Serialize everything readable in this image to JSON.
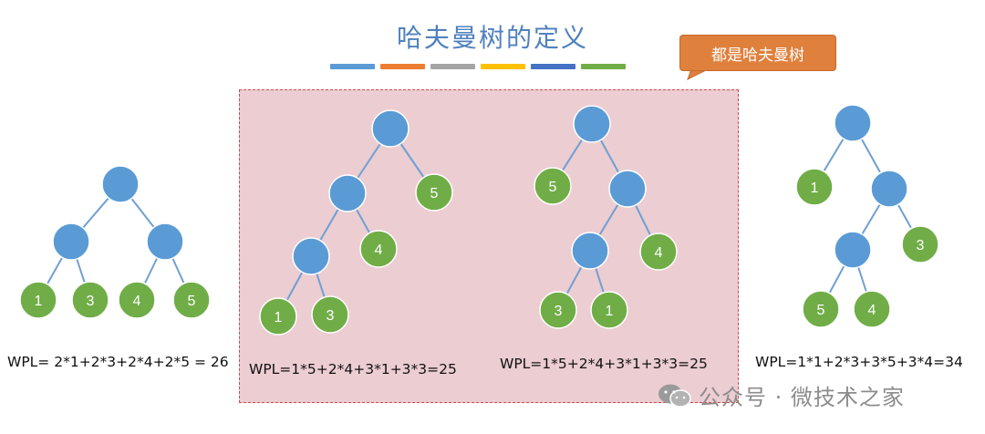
{
  "title": "哈夫曼树的定义",
  "swatch_colors": [
    "#5b9bd5",
    "#ed7d31",
    "#a5a5a5",
    "#ffc000",
    "#4472c4",
    "#70ad47"
  ],
  "callout": "都是哈夫曼树",
  "node_colors": {
    "internal": "#5b9bd5",
    "leaf": "#70ad47",
    "edge": "#6f9fd3"
  },
  "trees": [
    {
      "wpl": "WPL= 2*1+2*3+2*4+2*5 = 26",
      "leaves": [
        "1",
        "3",
        "4",
        "5"
      ]
    },
    {
      "wpl": "WPL=1*5+2*4+3*1+3*3=25",
      "leaves": [
        "5",
        "4",
        "1",
        "3"
      ]
    },
    {
      "wpl": "WPL=1*5+2*4+3*1+3*3=25",
      "leaves": [
        "5",
        "4",
        "3",
        "1"
      ]
    },
    {
      "wpl": "WPL=1*1+2*3+3*5+3*4=34",
      "leaves": [
        "1",
        "3",
        "5",
        "4"
      ]
    }
  ],
  "watermark": "公众号 · 微技术之家"
}
